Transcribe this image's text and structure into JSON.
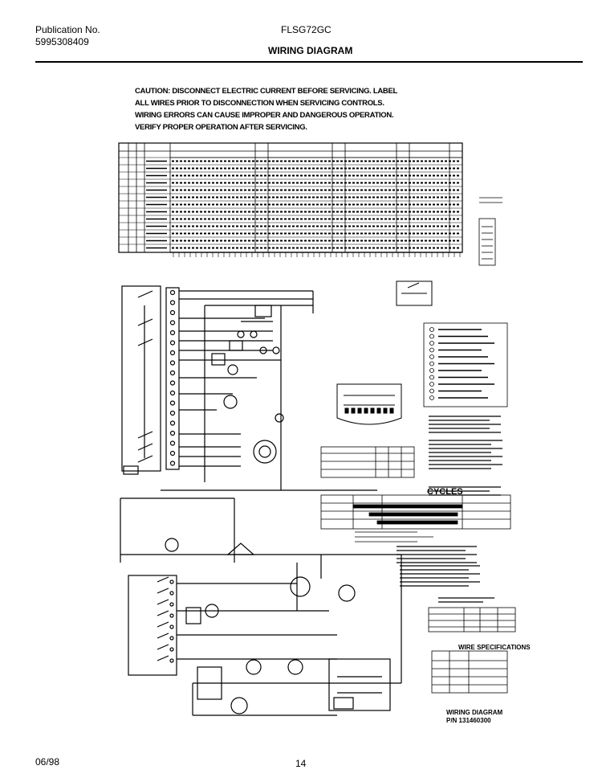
{
  "header": {
    "publication_label": "Publication No.",
    "publication_number": "5995308409",
    "model": "FLSG72GC",
    "title": "WIRING DIAGRAM"
  },
  "caution_text": "CAUTION: DISCONNECT ELECTRIC CURRENT BEFORE SERVICING. LABEL\nALL WIRES PRIOR TO DISCONNECTION WHEN SERVICING CONTROLS.\nWIRING ERRORS CAN CAUSE IMPROPER AND DANGEROUS OPERATION.\nVERIFY PROPER OPERATION AFTER SERVICING.",
  "cycles_title": "CYCLES",
  "wire_specifications_title": "WIRE SPECIFICATIONS",
  "diagram_footer": {
    "line1": "WIRING DIAGRAM",
    "line2": "P/N 131460300"
  },
  "footer": {
    "date": "06/98",
    "page": "14"
  }
}
